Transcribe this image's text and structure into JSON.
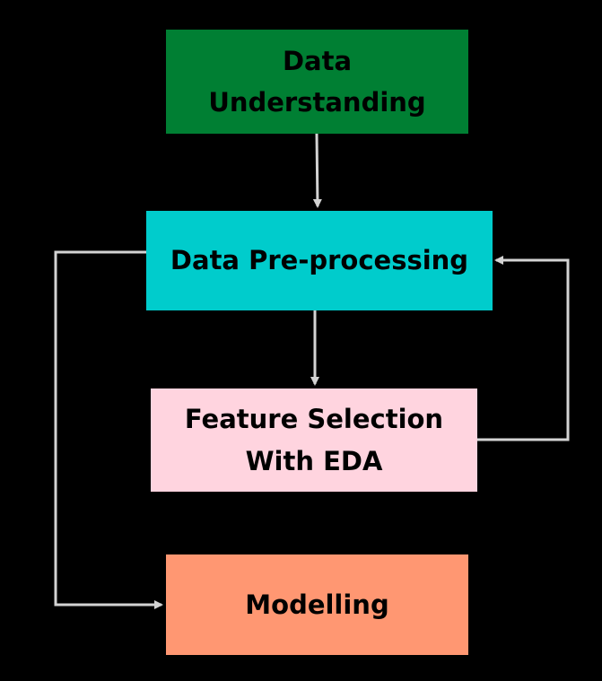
{
  "diagram": {
    "type": "flowchart",
    "background": "#000000",
    "connector_color": "#d3d3d3",
    "nodes": [
      {
        "id": "understanding",
        "label": "Data\nUnderstanding",
        "fill": "#007f33"
      },
      {
        "id": "preprocessing",
        "label": "Data Pre-processing",
        "fill": "#00cccc"
      },
      {
        "id": "feature",
        "label": "Feature Selection\nWith EDA",
        "fill": "#ffd4df"
      },
      {
        "id": "modelling",
        "label": "Modelling",
        "fill": "#ff9772"
      }
    ],
    "edges": [
      {
        "from": "understanding",
        "to": "preprocessing"
      },
      {
        "from": "preprocessing",
        "to": "feature"
      },
      {
        "from": "feature",
        "to": "preprocessing"
      },
      {
        "from": "preprocessing",
        "to": "modelling"
      }
    ]
  }
}
